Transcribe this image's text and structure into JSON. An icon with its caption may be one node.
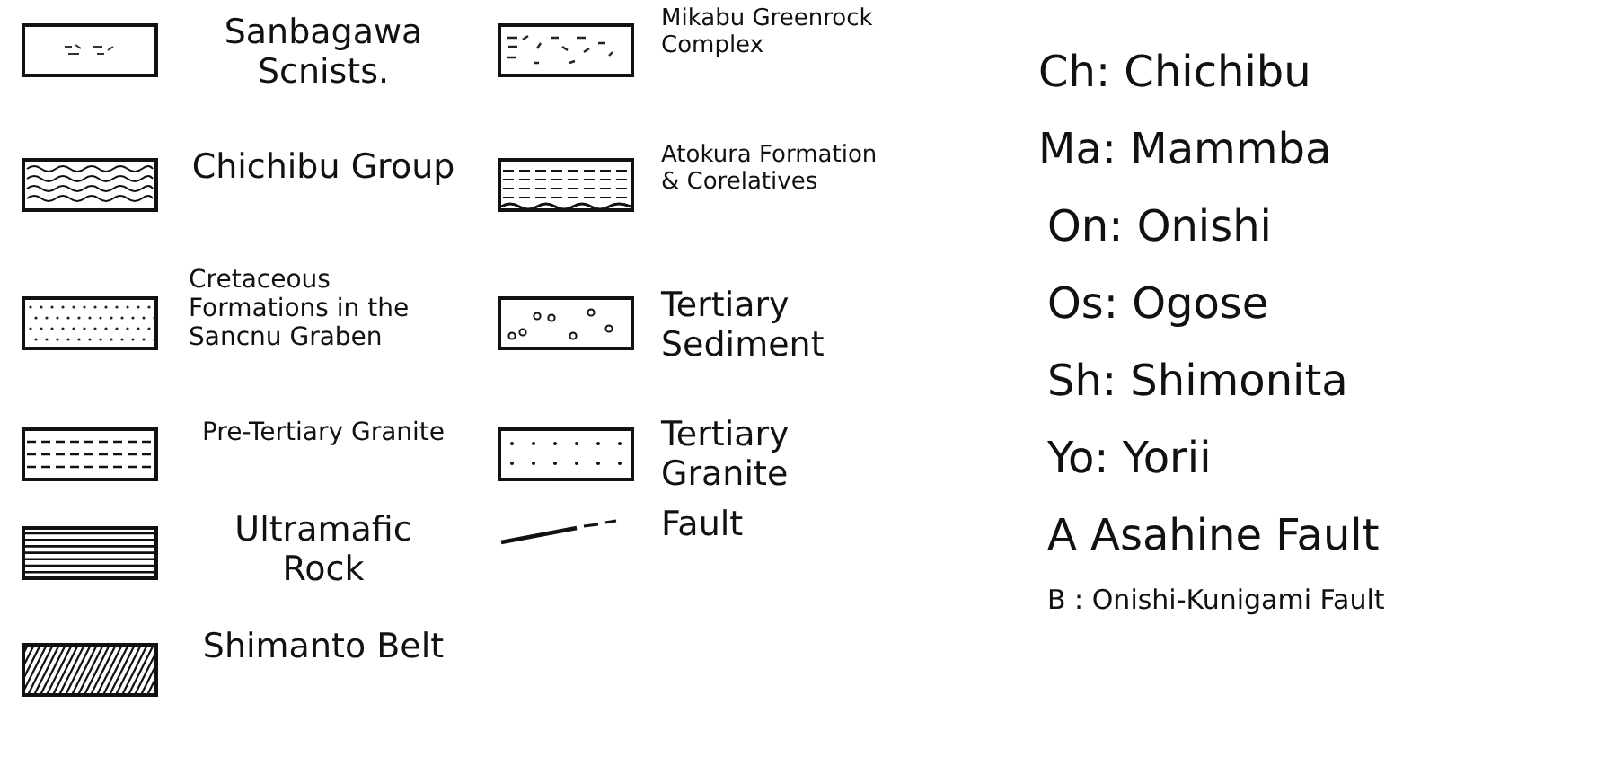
{
  "diagram": {
    "labels": [
      "Ch: Chichibu",
      "Ma: Mammba",
      "On: Onishi",
      "Os: Ogose",
      "Sh: Shimonita",
      "Yo: Yorii",
      "A Asahine Fault",
      "B : Onishi-Kunigami Fault"
    ],
    "legend": [
      {
        "text": "Sanbagawa Scnists."
      },
      {
        "text": "Mikabu Greenrock Complex"
      },
      {
        "text": "Chichibu Group"
      },
      {
        "text": "Atokura Formation & Corelatives"
      },
      {
        "text": "Cretaceous Formations in the Sancnu Graben"
      },
      {
        "text": "Tertiary Sediment"
      },
      {
        "text": "Pre-Tertiary Granite"
      },
      {
        "text": "Tertiary Granite"
      },
      {
        "text": "Ultramafic Rock"
      },
      {
        "text": "Fault"
      },
      {
        "text": "Shimanto Belt"
      }
    ]
  }
}
